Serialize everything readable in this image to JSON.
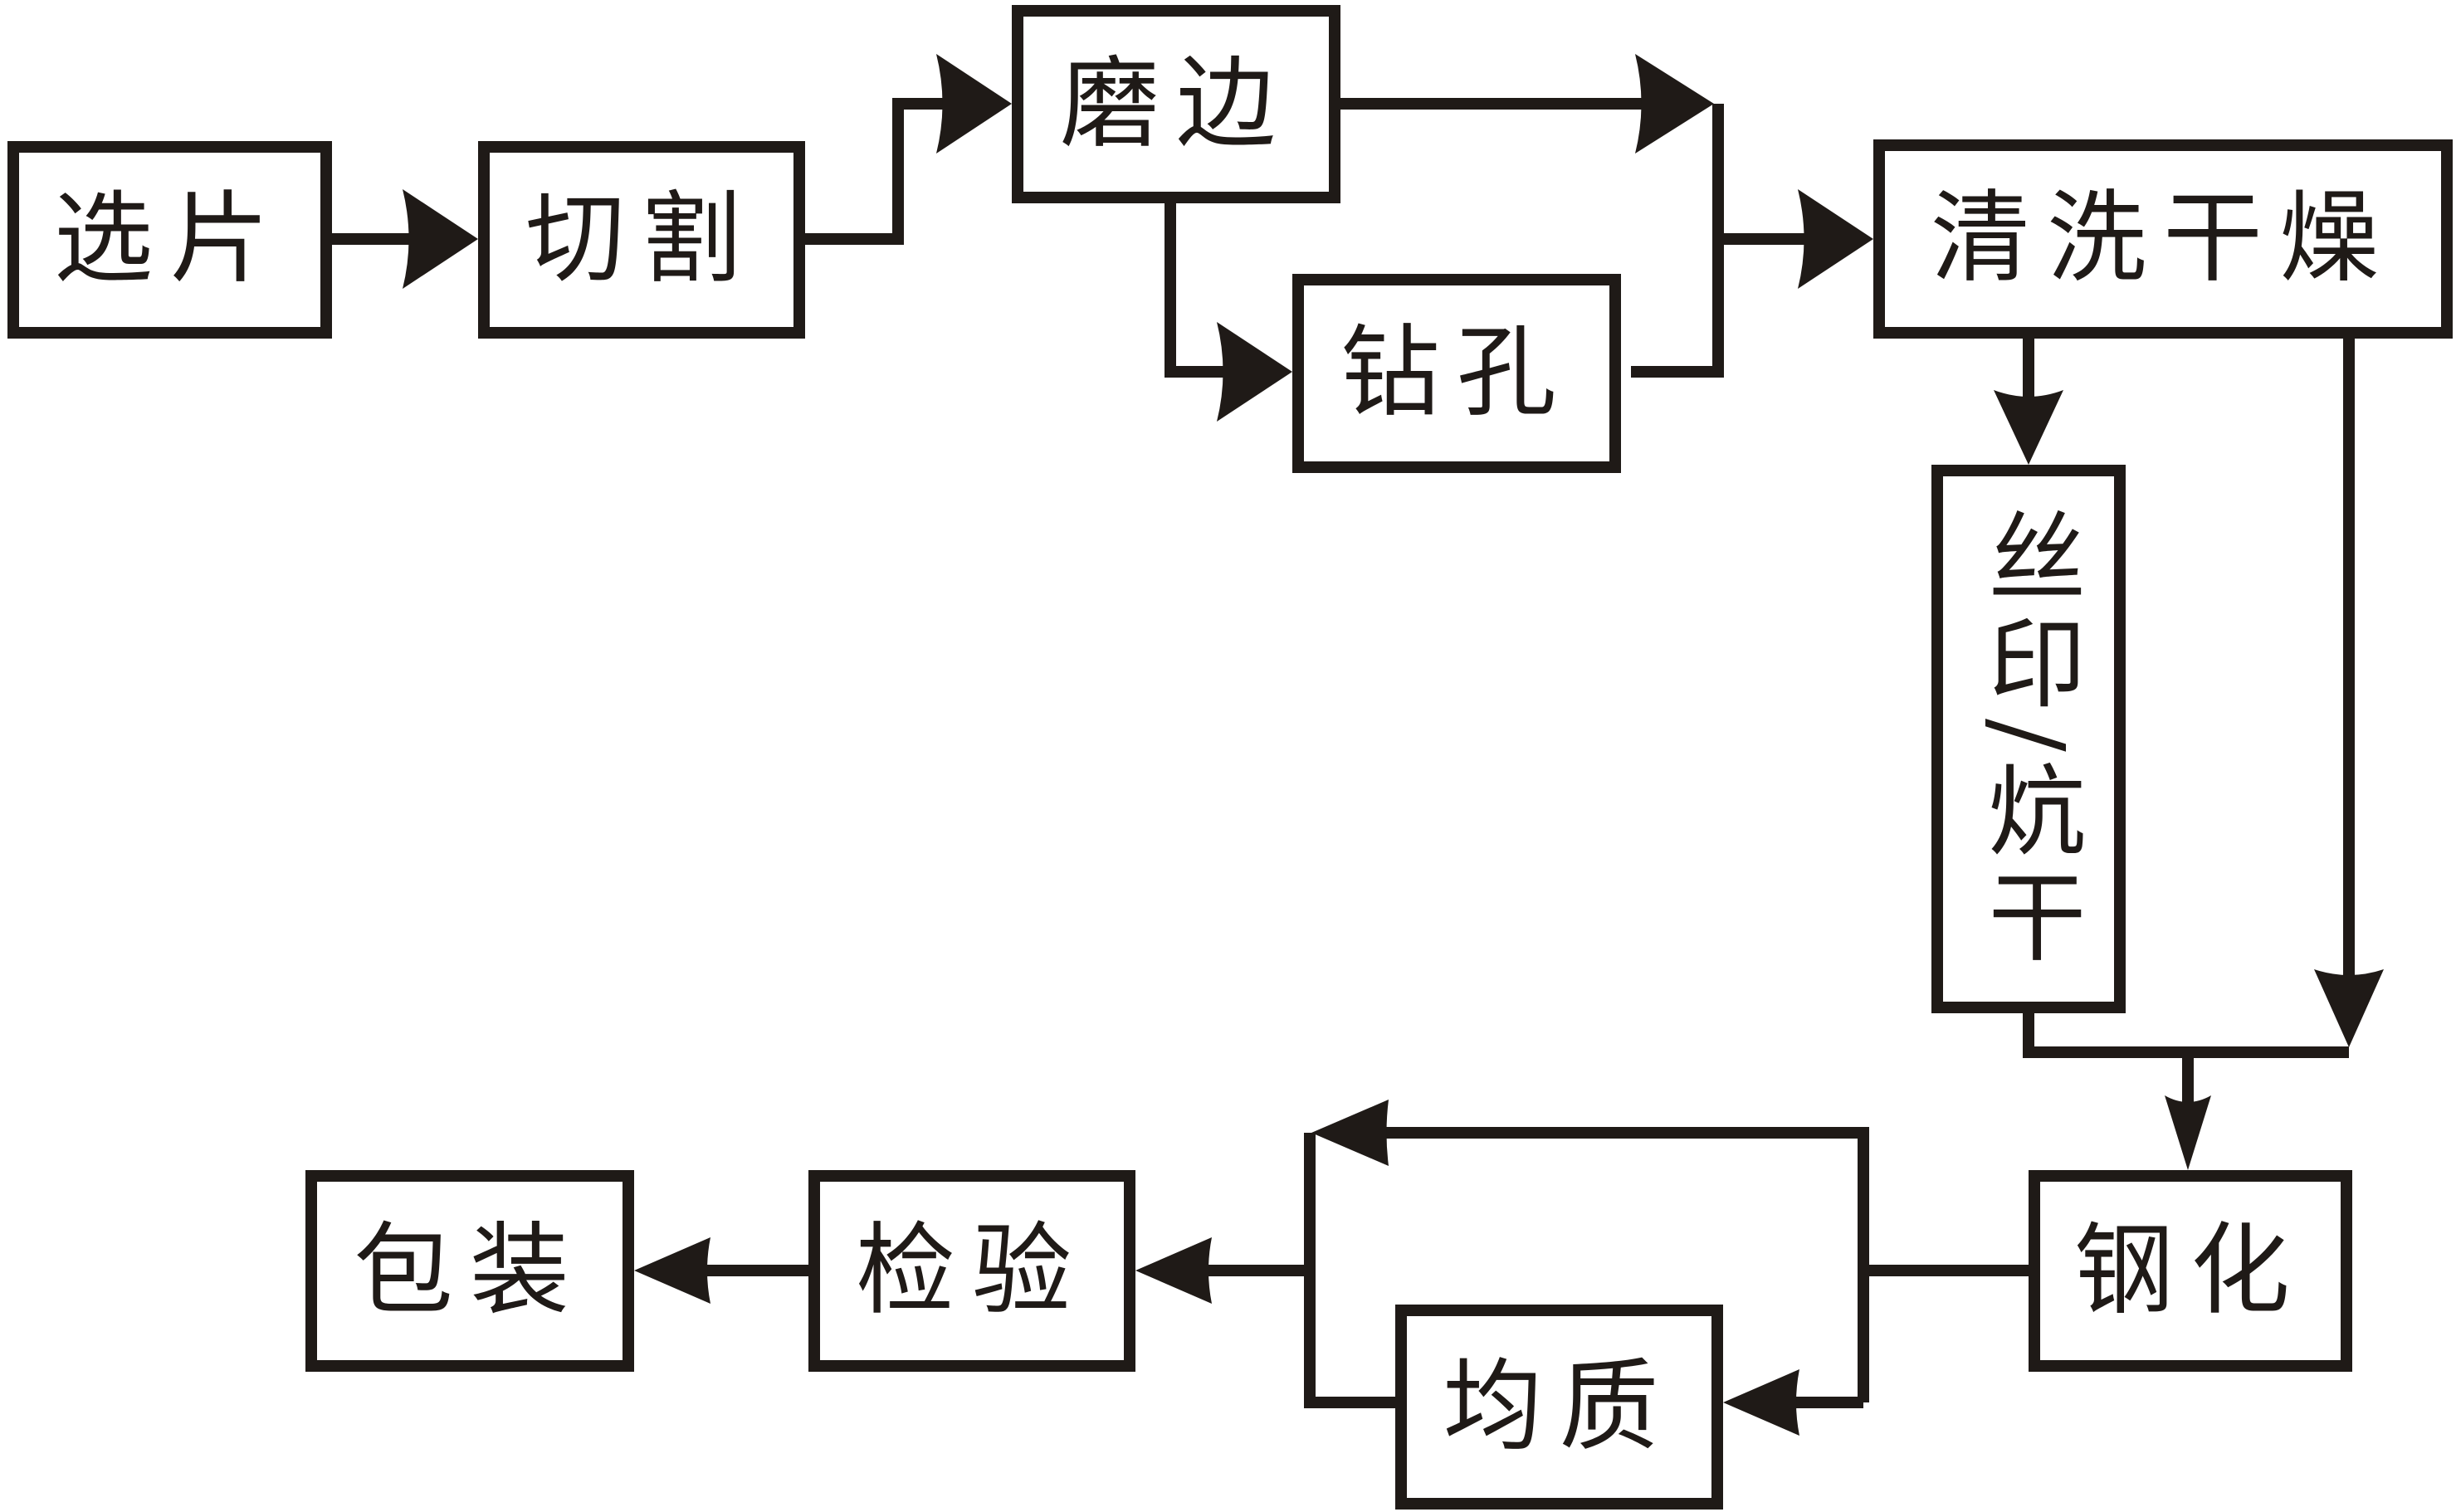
{
  "diagram": {
    "type": "process-flowchart",
    "line_color": "#1f1a17",
    "background": "#ffffff",
    "nodes": {
      "select": "选片",
      "cut": "切割",
      "edge_grind": "磨边",
      "drill": "钻孔",
      "clean_dry": "清洗干燥",
      "print_bake": "丝印/炕干",
      "temper": "钢化",
      "homogenize": "均质",
      "inspect": "检验",
      "package": "包装"
    },
    "edges": [
      {
        "from": "选片",
        "to": "切割"
      },
      {
        "from": "切割",
        "to": "磨边"
      },
      {
        "from": "磨边",
        "to": "清洗干燥"
      },
      {
        "from": "磨边",
        "to": "钻孔"
      },
      {
        "from": "钻孔",
        "to": "清洗干燥"
      },
      {
        "from": "清洗干燥",
        "to": "丝印/炕干"
      },
      {
        "from": "清洗干燥",
        "to": "钢化"
      },
      {
        "from": "丝印/炕干",
        "to": "钢化"
      },
      {
        "from": "钢化",
        "to": "均质"
      },
      {
        "from": "钢化",
        "to": "检验"
      },
      {
        "from": "均质",
        "to": "检验"
      },
      {
        "from": "检验",
        "to": "包装"
      }
    ]
  }
}
